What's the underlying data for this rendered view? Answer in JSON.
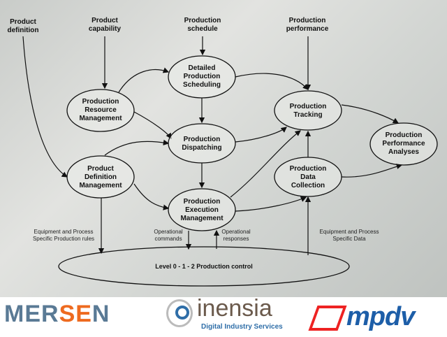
{
  "inputs": [
    {
      "id": "pd",
      "label": [
        "Product",
        "definition"
      ]
    },
    {
      "id": "pc",
      "label": [
        "Product",
        "capability"
      ]
    },
    {
      "id": "ps",
      "label": [
        "Production",
        "schedule"
      ]
    },
    {
      "id": "pp",
      "label": [
        "Production",
        "performance"
      ]
    }
  ],
  "nodes": [
    {
      "id": "sched",
      "label": [
        "Detailed",
        "Production",
        "Scheduling"
      ]
    },
    {
      "id": "res",
      "label": [
        "Production",
        "Resource",
        "Management"
      ]
    },
    {
      "id": "disp",
      "label": [
        "Production",
        "Dispatching"
      ]
    },
    {
      "id": "track",
      "label": [
        "Production",
        "Tracking"
      ]
    },
    {
      "id": "def",
      "label": [
        "Product",
        "Definition",
        "Management"
      ]
    },
    {
      "id": "exec",
      "label": [
        "Production",
        "Execution",
        "Management"
      ]
    },
    {
      "id": "coll",
      "label": [
        "Production",
        "Data",
        "Collection"
      ]
    },
    {
      "id": "perf",
      "label": [
        "Production",
        "Performance",
        "Analyses"
      ]
    }
  ],
  "annotations": {
    "rules": [
      "Equipment and Process",
      "Specific Production rules"
    ],
    "commands": [
      "Operational",
      "commands"
    ],
    "responses": [
      "Operational",
      "responses"
    ],
    "data": [
      "Equipment and Process",
      "Specific Data"
    ]
  },
  "control": "Level 0 - 1 - 2 Production control",
  "logos": {
    "mersen": "MERSEN",
    "inensia": "inensia",
    "inensia_tagline": "Digital Industry Services",
    "mpdv": "mpdv"
  }
}
